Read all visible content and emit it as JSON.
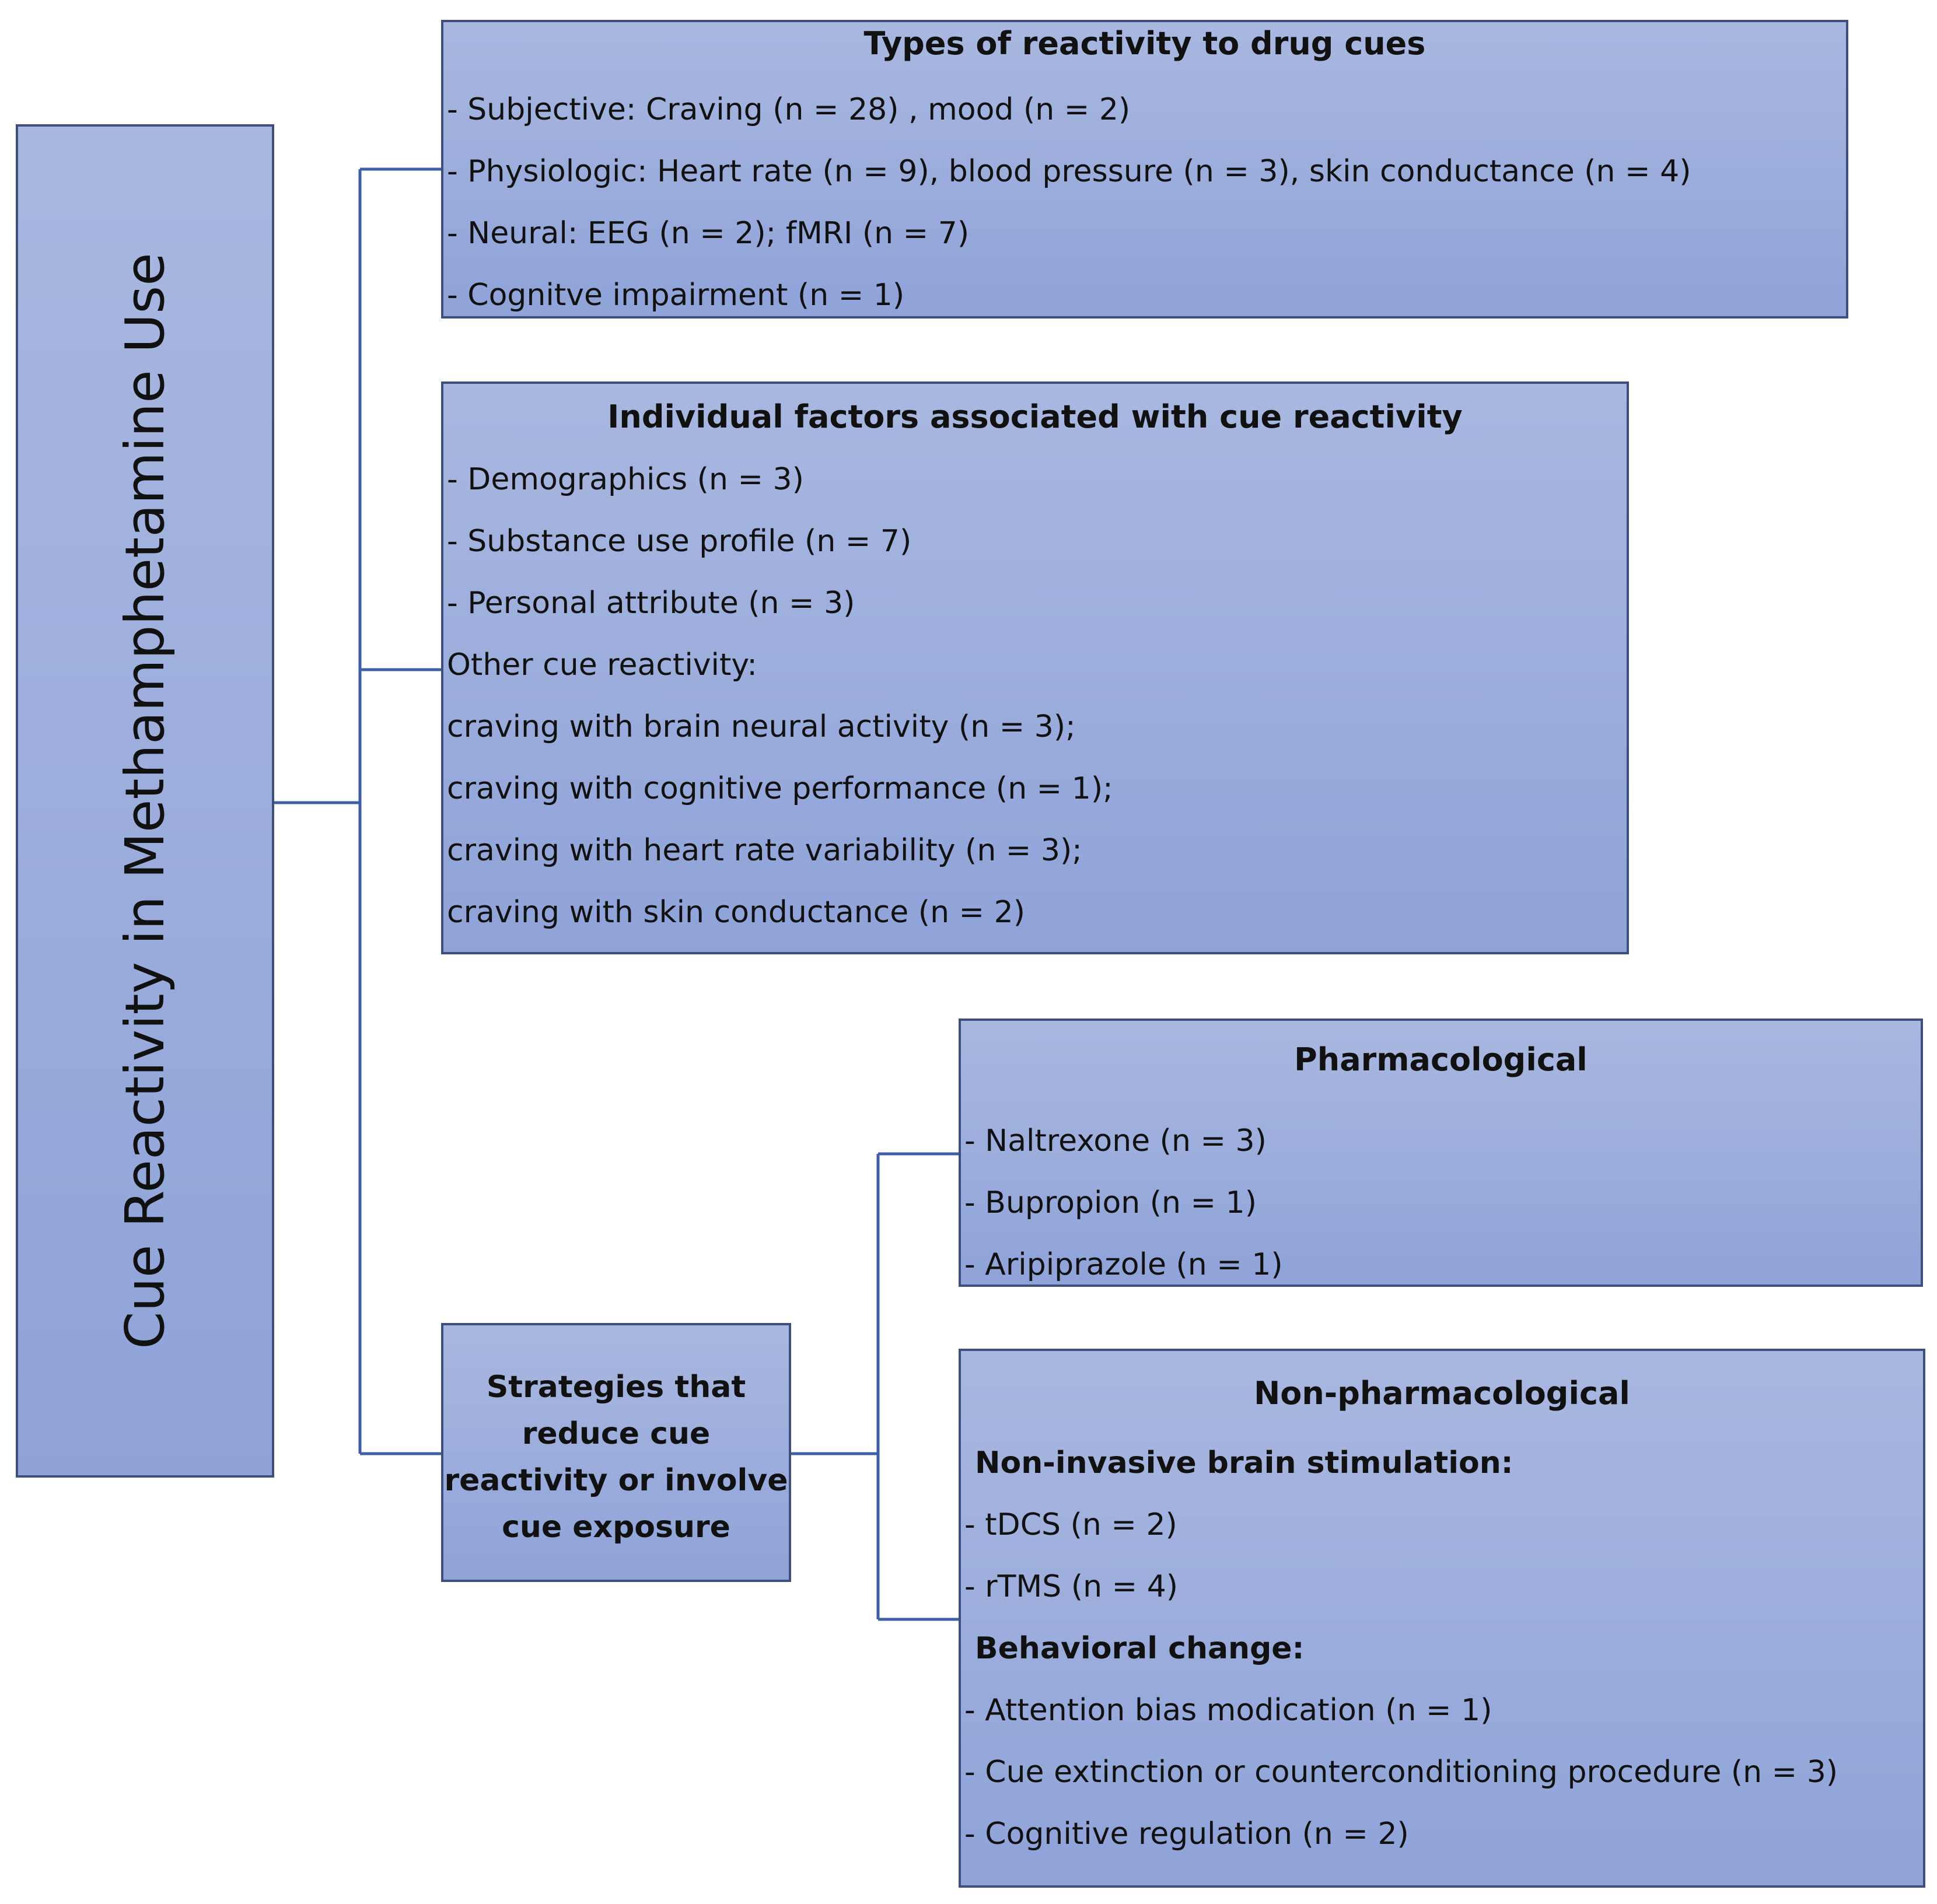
{
  "root": {
    "title": "Cue Reactivity in Methamphetamine Use"
  },
  "types": {
    "title": "Types of reactivity to drug cues",
    "items": [
      "- Subjective: Craving (n = 28) , mood  (n = 2)",
      "- Physiologic: Heart rate  (n = 9), blood pressure (n = 3), skin conductance (n = 4)",
      "- Neural: EEG  (n = 2); fMRI  (n = 7)",
      "- Cognitve  impairment (n = 1)"
    ]
  },
  "individual": {
    "title": "Individual factors associated with cue reactivity",
    "items": [
      "- Demographics (n = 3)",
      "- Substance use profile (n = 7)",
      "- Personal attribute (n = 3)"
    ],
    "other_label": "Other  cue reactivity:",
    "other_items": [
      "craving with brain neural activity (n = 3);",
      "craving with cognitive performance  (n = 1);",
      "craving with heart rate variability (n = 3);",
      "craving with skin conductance (n = 2)"
    ]
  },
  "strategies": {
    "title": "Strategies that reduce cue reactivity or involve cue exposure"
  },
  "pharma": {
    "title": "Pharmacological",
    "items": [
      "- Naltrexone (n = 3)",
      "- Bupropion (n = 1)",
      "- Aripiprazole (n = 1)"
    ]
  },
  "nonpharma": {
    "title": "Non-pharmacological",
    "stim_label": "Non-invasive  brain  stimulation:",
    "stim_items": [
      "- tDCS  (n = 2)",
      "- rTMS  (n = 4)"
    ],
    "behavior_label": "Behavioral  change:",
    "behavior_items": [
      "- Attention  bias modication (n = 1)",
      "- Cue extinction or counterconditioning procedure (n = 3)",
      "- Cognitive regulation (n = 2)"
    ]
  },
  "colors": {
    "box_top": "#a9b8e0",
    "box_bottom": "#8fa3d9",
    "border": "#3d4f7a",
    "connector": "#3f5ea8"
  }
}
